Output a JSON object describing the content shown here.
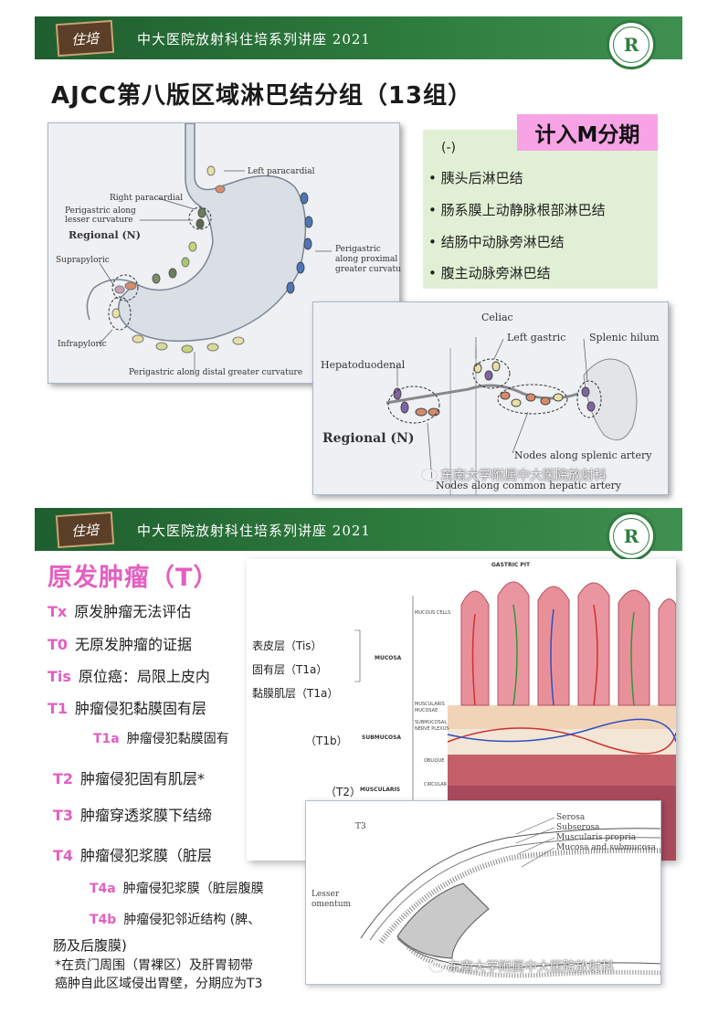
{
  "slide1": {
    "banner": {
      "board": "住培",
      "title": "中大医院放射科住培系列讲座 2021",
      "logo": "R"
    },
    "heading": "AJCC第八版区域淋巴结分组（13组）",
    "m_badge": "计入M分期",
    "m_box": {
      "neg": "(-)",
      "items": [
        "• 胰头后淋巴结",
        "• 肠系膜上动静脉根部淋巴结",
        "• 结肠中动脉旁淋巴结",
        "• 腹主动脉旁淋巴结"
      ]
    },
    "fig1": {
      "labels": {
        "left_paracardial": "Left paracardial",
        "right_paracardial": "Right paracardial",
        "lesser_curvature_1": "Perigastric along",
        "lesser_curvature_2": "lesser curvature",
        "regional": "Regional (N)",
        "suprapyloric": "Suprapyloric",
        "greater_1": "Perigastric",
        "greater_2": "along proximal",
        "greater_3": "greater curvature",
        "infrapyloric": "Infrapyloric",
        "distal": "Perigastric along distal greater curvature"
      }
    },
    "fig2": {
      "labels": {
        "celiac": "Celiac",
        "left_gastric": "Left gastric",
        "splenic_hilum": "Splenic hilum",
        "hepatoduodenal": "Hepatoduodenal",
        "regional": "Regional (N)",
        "splenic_artery": "Nodes along splenic artery",
        "common_hepatic": "Nodes along common hepatic artery"
      }
    },
    "watermark": "东南大学附属中大医院放射科"
  },
  "slide2": {
    "banner": {
      "board": "住培",
      "title": "中大医院放射科住培系列讲座 2021",
      "logo": "R"
    },
    "heading": "原发肿瘤（T）",
    "rows": [
      {
        "code": "Tx",
        "text": "原发肿瘤无法评估"
      },
      {
        "code": "T0",
        "text": "无原发肿瘤的证据"
      },
      {
        "code": "Tis",
        "text": "原位癌：局限上皮内"
      },
      {
        "code": "T1",
        "text": "肿瘤侵犯黏膜固有层"
      },
      {
        "code": "T1a",
        "text": "肿瘤侵犯黏膜固有"
      },
      {
        "code": "T2",
        "text": "肿瘤侵犯固有肌层*"
      },
      {
        "code": "T3",
        "text": "肿瘤穿透浆膜下结缔"
      },
      {
        "code": "T4",
        "text": "肿瘤侵犯浆膜（脏层"
      },
      {
        "code": "T4a",
        "text": "肿瘤侵犯浆膜（脏层腹膜"
      },
      {
        "code": "T4b",
        "text": "肿瘤侵犯邻近结构 (脾、"
      }
    ],
    "continuation": "肠及后腹膜)",
    "note_1": "*在贲门周围（胃裸区）及肝胃韧带",
    "note_2": "癌肿自此区域侵出胃壁，分期应为T3",
    "fig3": {
      "layer_labels": [
        "表皮层（Tis）",
        "固有层（T1a）",
        "黏膜肌层（T1a）",
        "（T1b）",
        "（T2）"
      ],
      "small_labels": {
        "gastric_pit": "GASTRIC PIT",
        "mucous_cells": "MUCOUS CELLS",
        "mucosa": "MUCOSA",
        "muscularis_mucosae_1": "MUSCULARIS",
        "muscularis_mucosae_2": "MUCOSAE",
        "submucosal_plexus_1": "SUBMUCOSAL",
        "submucosal_plexus_2": "NERVE PLEXUS",
        "submucosa": "SUBMUCOSA",
        "oblique": "OBLIQUE",
        "circular": "CIRCULAR",
        "muscularis": "MUSCULARIS"
      }
    },
    "fig4": {
      "labels": {
        "t3": "T3",
        "serosa": "Serosa",
        "subserosa": "Subserosa",
        "muscularis_propria": "Muscularis propria",
        "mucosa_submucosa": "Mucosa and submucosa",
        "lesser_1": "Lesser",
        "lesser_2": "omentum"
      }
    },
    "watermark": "东南大学附属中大医院放射科"
  }
}
